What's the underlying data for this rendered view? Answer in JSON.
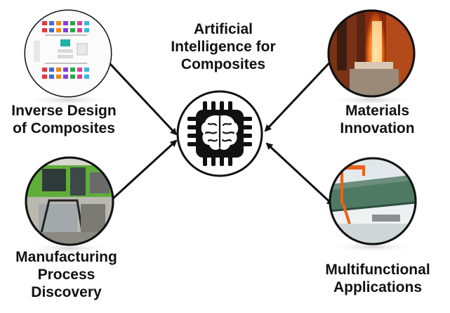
{
  "title": {
    "line1": "Artificial",
    "line2": "Intelligence for",
    "line3": "Composites"
  },
  "nodes": {
    "inverse_design": {
      "line1": "Inverse Design",
      "line2": "of Composites"
    },
    "materials": {
      "line1": "Materials",
      "line2": "Innovation"
    },
    "manufacturing": {
      "line1": "Manufacturing",
      "line2": "Process",
      "line3": "Discovery"
    },
    "multifunctional": {
      "line1": "Multifunctional",
      "line2": "Applications"
    }
  },
  "icons": {
    "center": "ai-brain-chip-icon",
    "top_left": "inverse-design-flowchart-thumbnail",
    "top_right": "materials-testing-photo",
    "bottom_left": "manufacturing-lab-photo",
    "bottom_right": "bridge-inspection-photo"
  },
  "colors": {
    "line": "#111111",
    "accent_orange": "#e8631c",
    "lab_green": "#5fae3a",
    "bridge_green": "#4e7a63"
  }
}
